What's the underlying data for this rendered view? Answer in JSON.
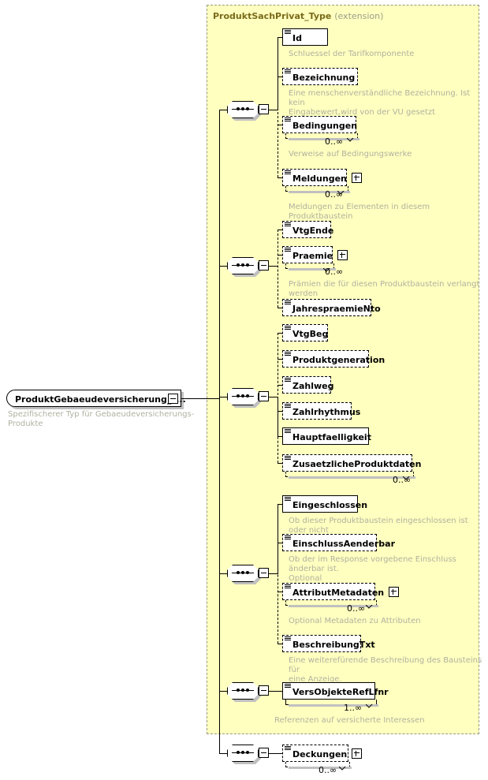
{
  "diagram": {
    "type": "xml-schema-tree",
    "root": {
      "label": "ProduktGebaeudeversicherung_T...",
      "annotation": "Spezifischerer Typ für Gebaeudeversicherungs-Produkte",
      "collapse_icon": "minus-icon"
    },
    "container": {
      "title": "ProduktSachPrivat_Type",
      "title_suffix": "(extension)",
      "fill_color": "#ffffbf",
      "border_color": "#9a9a8a"
    },
    "groups": [
      {
        "name": "sequence-1",
        "compositor": "sequence",
        "elements": [
          {
            "label": "Id",
            "occurrence": "",
            "required": true,
            "expandable": false,
            "repeatable": false,
            "annotation": "Schluessel der Tarifkomponente"
          },
          {
            "label": "Bezeichnung",
            "occurrence": "",
            "required": false,
            "expandable": false,
            "repeatable": false,
            "annotation": "Eine menschenverständliche Bezeichnung. Ist kein\nEingabewert,wird von der VU gesetzt"
          },
          {
            "label": "Bedingungen",
            "occurrence": "0..∞",
            "required": false,
            "expandable": false,
            "repeatable": true,
            "annotation": "Verweise auf Bedingungswerke"
          },
          {
            "label": "Meldungen",
            "occurrence": "0..∞",
            "required": false,
            "expandable": true,
            "repeatable": true,
            "annotation": "Meldungen zu Elementen in diesem Produktbaustein"
          }
        ]
      },
      {
        "name": "sequence-2",
        "compositor": "sequence",
        "elements": [
          {
            "label": "VtgEnde",
            "occurrence": "",
            "required": false,
            "expandable": false,
            "repeatable": false,
            "annotation": ""
          },
          {
            "label": "Praemie",
            "occurrence": "0..∞",
            "required": false,
            "expandable": true,
            "repeatable": true,
            "annotation": "Prämien die für diesen Produktbaustein verlangt werden"
          },
          {
            "label": "JahrespraemieNto",
            "occurrence": "",
            "required": false,
            "expandable": false,
            "repeatable": false,
            "annotation": ""
          }
        ]
      },
      {
        "name": "sequence-3",
        "compositor": "sequence",
        "elements": [
          {
            "label": "VtgBeg",
            "occurrence": "",
            "required": false,
            "expandable": false,
            "repeatable": false,
            "annotation": ""
          },
          {
            "label": "Produktgeneration",
            "occurrence": "",
            "required": false,
            "expandable": false,
            "repeatable": false,
            "annotation": ""
          },
          {
            "label": "Zahlweg",
            "occurrence": "",
            "required": false,
            "expandable": false,
            "repeatable": false,
            "annotation": ""
          },
          {
            "label": "Zahlrhythmus",
            "occurrence": "",
            "required": false,
            "expandable": false,
            "repeatable": false,
            "annotation": ""
          },
          {
            "label": "Hauptfaelligkeit",
            "occurrence": "",
            "required": true,
            "expandable": false,
            "repeatable": false,
            "annotation": ""
          },
          {
            "label": "ZusaetzlicheProduktdaten",
            "occurrence": "0..∞",
            "required": false,
            "expandable": false,
            "repeatable": true,
            "annotation": ""
          }
        ]
      },
      {
        "name": "sequence-4",
        "compositor": "sequence",
        "elements": [
          {
            "label": "Eingeschlossen",
            "occurrence": "",
            "required": true,
            "expandable": false,
            "repeatable": false,
            "annotation": "Ob dieser Produktbaustein eingeschlossen ist oder nicht"
          },
          {
            "label": "EinschlussAenderbar",
            "occurrence": "",
            "required": false,
            "expandable": false,
            "repeatable": false,
            "annotation": "Ob der im Response vorgebene Einschluss änderbar ist.\nOptional"
          },
          {
            "label": "AttributMetadaten",
            "occurrence": "0..∞",
            "required": false,
            "expandable": true,
            "repeatable": true,
            "annotation": "Optional Metadaten zu Attributen"
          },
          {
            "label": "BeschreibungTxt",
            "occurrence": "",
            "required": false,
            "expandable": false,
            "repeatable": false,
            "annotation": "Eine weiterefürende Beschreibung des Bausteins für\neine Anzeige."
          }
        ]
      },
      {
        "name": "sequence-5",
        "compositor": "sequence",
        "elements": [
          {
            "label": "VersObjekteRefLfnr",
            "occurrence": "1..∞",
            "required": true,
            "expandable": false,
            "repeatable": true,
            "annotation": "Referenzen auf versicherte Interessen"
          }
        ]
      },
      {
        "name": "sequence-6",
        "compositor": "sequence",
        "outside_container": true,
        "elements": [
          {
            "label": "Deckungen",
            "occurrence": "0..∞",
            "required": false,
            "expandable": true,
            "repeatable": true,
            "annotation": ""
          }
        ]
      }
    ]
  }
}
